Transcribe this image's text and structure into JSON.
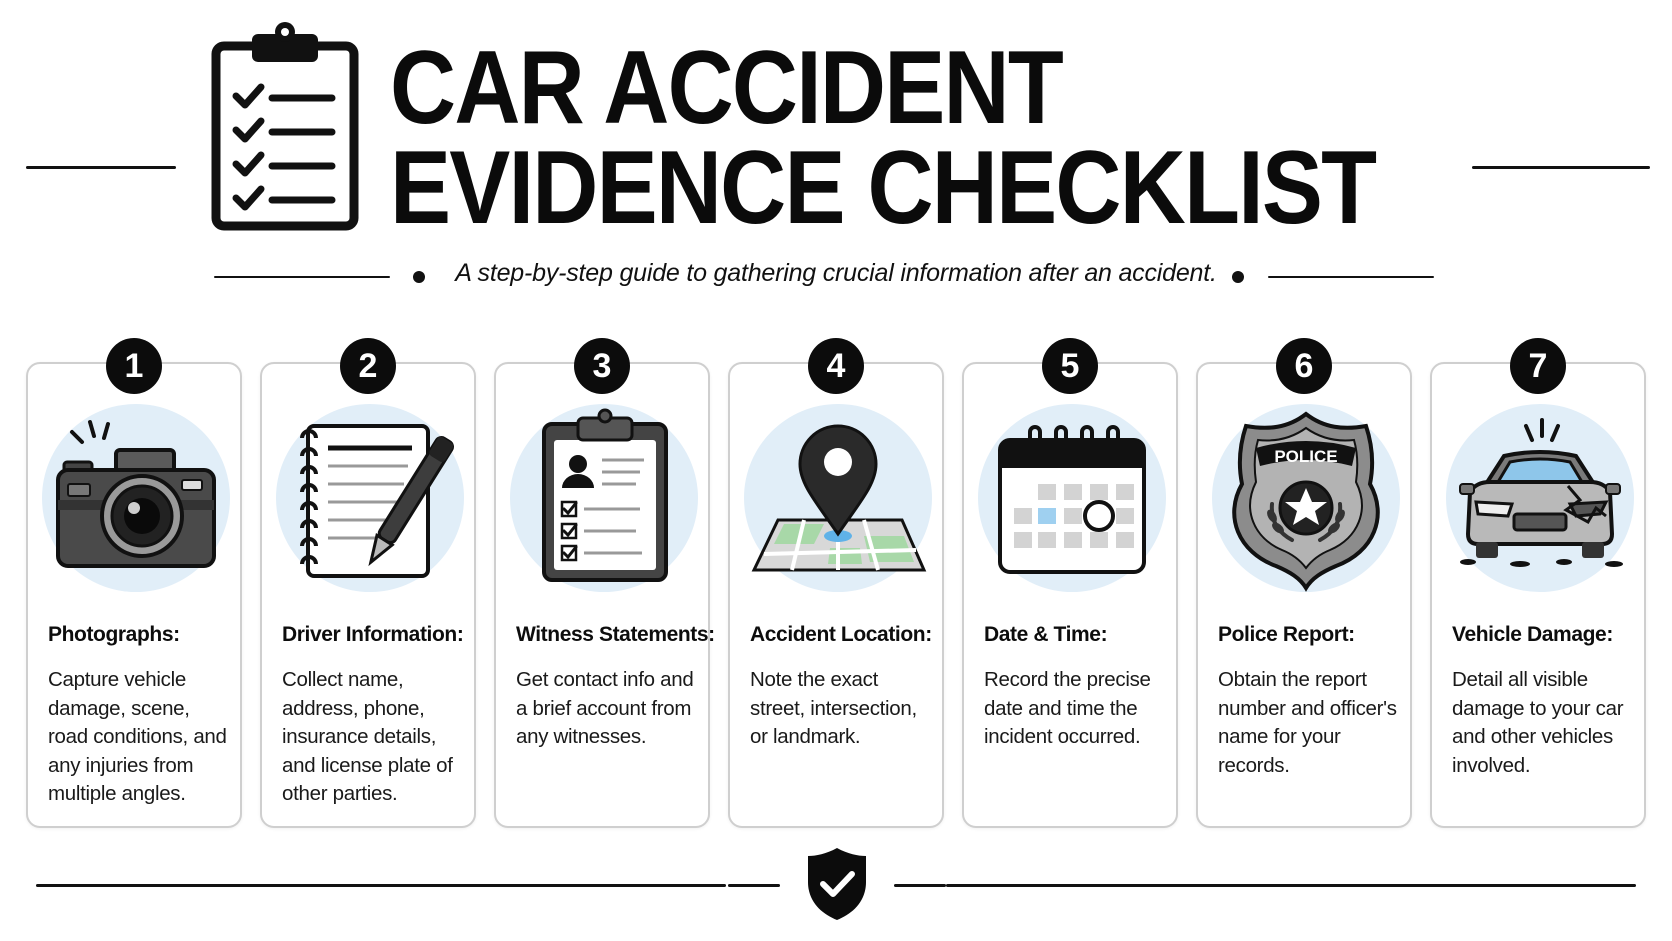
{
  "header": {
    "title_line1": "CAR ACCIDENT",
    "title_line2": "EVIDENCE CHECKLIST",
    "subtitle": "A step-by-step guide to gathering crucial information after an accident.",
    "icon": "clipboard-checklist-icon"
  },
  "cards": [
    {
      "number": "1",
      "title": "Photographs:",
      "body": "Capture vehicle damage, scene, road conditions, and any injuries from multiple angles.",
      "icon": "camera-icon"
    },
    {
      "number": "2",
      "title": "Driver Information:",
      "body": "Collect name, address, phone, insurance details, and license plate of other parties.",
      "icon": "notepad-pen-icon"
    },
    {
      "number": "3",
      "title": "Witness Statements:",
      "body": "Get contact info and a brief account from any witnesses.",
      "icon": "clipboard-person-icon"
    },
    {
      "number": "4",
      "title": "Accident Location:",
      "body": "Note the exact street, intersection, or landmark.",
      "icon": "map-pin-icon"
    },
    {
      "number": "5",
      "title": "Date & Time:",
      "body": "Record the precise date and time the incident occurred.",
      "icon": "calendar-icon"
    },
    {
      "number": "6",
      "title": "Police Report:",
      "body": "Obtain the report number and officer's name for your records.",
      "icon": "police-badge-icon",
      "badge_text": "POLICE"
    },
    {
      "number": "7",
      "title": "Vehicle Damage:",
      "body": "Detail all visible damage to your car and other vehicles involved.",
      "icon": "damaged-car-icon"
    }
  ],
  "footer": {
    "icon": "shield-check-icon"
  },
  "colors": {
    "ink": "#111111",
    "card_border": "#cfcfcf",
    "circle_bg": "#e1eef8",
    "accent_blue": "#8fc8ee"
  }
}
